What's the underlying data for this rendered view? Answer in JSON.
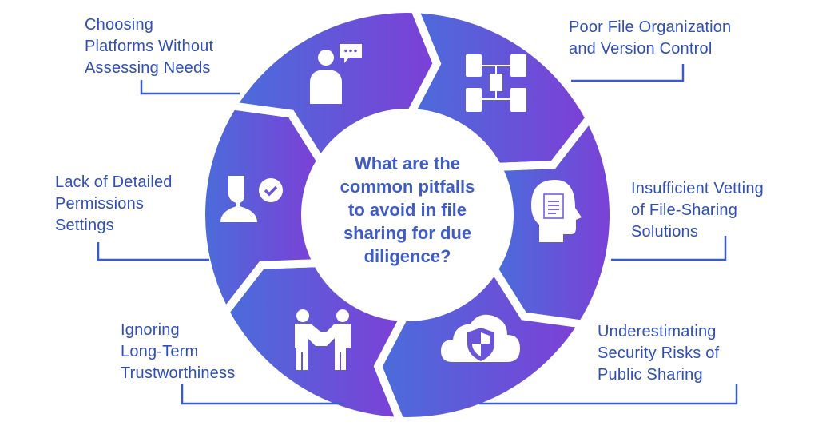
{
  "title_question": [
    "What are the",
    "common pitfalls",
    "to avoid in file",
    "sharing for due",
    "diligence?"
  ],
  "colors": {
    "gradient_start": "#4a6ddb",
    "gradient_end": "#7d3fd6",
    "text": "#2f4fb5",
    "connector": "#3a5cc6",
    "center_text": "#3f5cc6"
  },
  "pitfalls": [
    {
      "lines": [
        "Choosing",
        "Platforms Without",
        "Assessing Needs"
      ],
      "icon": "presenter-speech-icon"
    },
    {
      "lines": [
        "Poor File Organization",
        "and Version Control"
      ],
      "icon": "server-network-icon"
    },
    {
      "lines": [
        "Insufficient Vetting",
        "of File-Sharing",
        "Solutions"
      ],
      "icon": "head-document-icon"
    },
    {
      "lines": [
        "Underestimating",
        "Security Risks of",
        "Public Sharing"
      ],
      "icon": "cloud-shield-icon"
    },
    {
      "lines": [
        "Ignoring",
        "Long-Term",
        "Trustworthiness"
      ],
      "icon": "handshake-icon"
    },
    {
      "lines": [
        "Lack of Detailed",
        "Permissions",
        "Settings"
      ],
      "icon": "user-check-icon"
    }
  ]
}
